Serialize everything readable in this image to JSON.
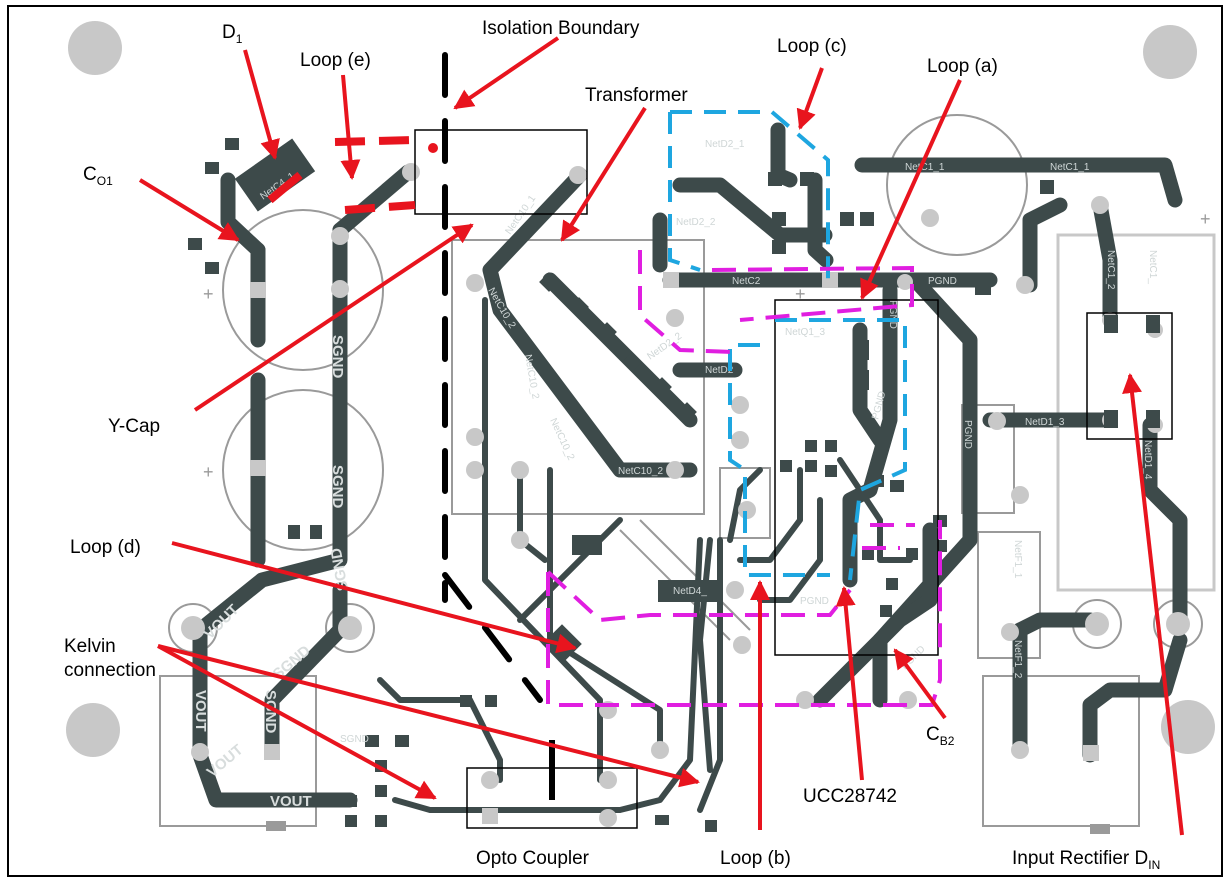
{
  "labels": {
    "isolation_boundary": "Isolation Boundary",
    "d1": "D",
    "d1_sub": "1",
    "loop_e": "Loop (e)",
    "loop_c": "Loop (c)",
    "loop_a": "Loop (a)",
    "transformer": "Transformer",
    "co1": "C",
    "co1_sub": "O1",
    "y_cap": "Y-Cap",
    "loop_d": "Loop (d)",
    "kelvin_line1": "Kelvin",
    "kelvin_line2": "connection",
    "cb2": "C",
    "cb2_sub": "B2",
    "ucc": "UCC28742",
    "opto": "Opto Coupler",
    "loop_b": "Loop (b)",
    "input_rect": "Input Rectifier D",
    "input_rect_sub": "IN"
  },
  "nets": {
    "netc1_1a": "NetC1_1",
    "netc1_1b": "NetC1_1",
    "netc1_2a": "NetC1_2",
    "netc1_2b": "NetC1_",
    "netd1_3": "NetD1_3",
    "netd1_4": "NetD1_4",
    "netc10_1": "NetC10_1",
    "netc10_2a": "NetC10_2",
    "netc10_2b": "NetC10_2",
    "netc10_2c": "NetC10_2",
    "netc10_2d": "NetC10_2",
    "netd2_1": "NetD2_1",
    "netd2_2a": "NetD2_2",
    "netd2_2b": "NetD2_2",
    "netd2": "NetD2",
    "netc2": "NetC2",
    "netq1_3": "NetQ1_3",
    "netd4": "NetD4_",
    "netc4_1": "NetC4_1",
    "pgnd1": "PGND",
    "pgnd2": "PGND",
    "pgnd3": "PGND",
    "pgnd4": "PGND",
    "pgnd5": "PGND",
    "pgnd6": "PGND",
    "sgnd1": "SGND",
    "sgnd2": "SGND",
    "sgnd3": "SGND",
    "sgnd4": "SGND",
    "sgnd5": "SGND",
    "sgnd6": "SGND",
    "vout1": "VOUT",
    "vout2": "VOUT",
    "vout3": "VOUT",
    "vout4": "VOUT",
    "netf1_1": "NetF1_1",
    "netf1_2": "NetF1_2"
  },
  "symbols": {
    "plus1": "+",
    "plus2": "+",
    "plus3": "+",
    "plus4": "+"
  },
  "colors": {
    "arrow": "#e8141e",
    "loop_cyan": "#1ea6e0",
    "loop_magenta": "#e01ee0",
    "trace": "#3d4a4a",
    "pad": "#c8c8c8"
  }
}
